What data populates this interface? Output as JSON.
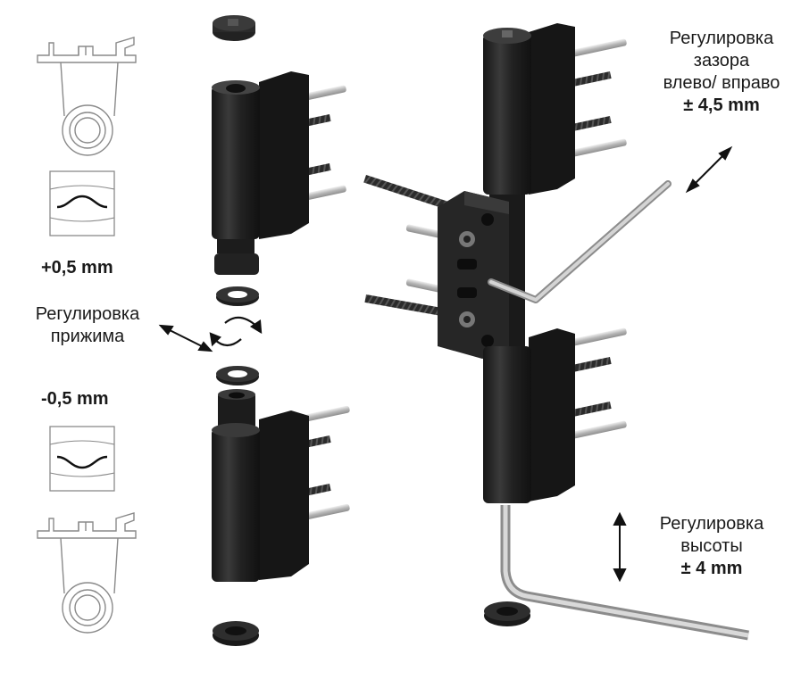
{
  "labels": {
    "gap_adjust": {
      "line1": "Регулировка",
      "line2": "зазора",
      "line3": "влево/ вправо",
      "value": "± 4,5 mm"
    },
    "height_adjust": {
      "line1": "Регулировка",
      "line2": "высоты",
      "value": "± 4 mm"
    },
    "press_adjust": {
      "line1": "Регулировка",
      "line2": "прижима"
    },
    "plus_value": "+0,5 mm",
    "minus_value": "-0,5 mm"
  },
  "colors": {
    "hinge_body": "#1e1e1e",
    "hinge_highlight": "#3a3a3a",
    "screw": "#2b2b2b",
    "pin_metal": "#c8c8c8",
    "outline_drawing": "#8a8a8a",
    "text": "#1a1a1a"
  }
}
